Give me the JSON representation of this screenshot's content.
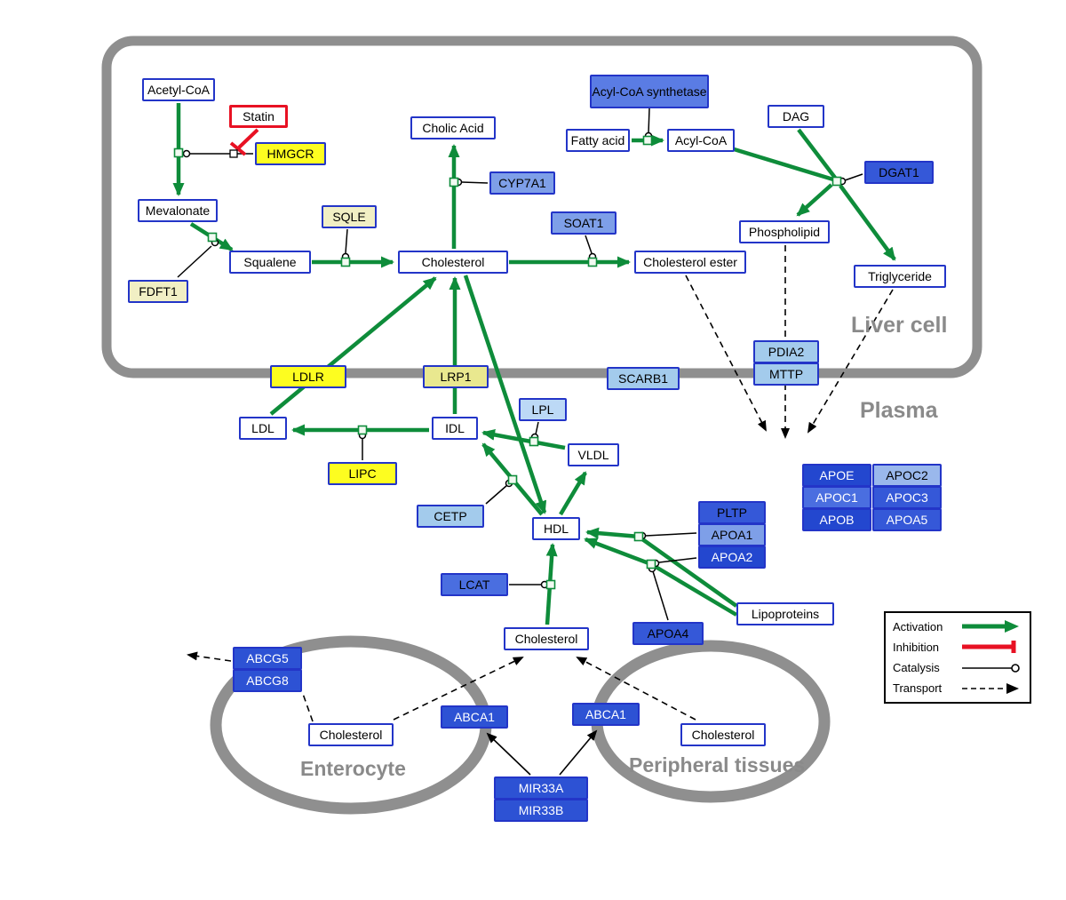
{
  "compartments": {
    "liver_cell": "Liver cell",
    "plasma": "Plasma",
    "enterocyte": "Enterocyte",
    "peripheral_tissues": "Peripheral tissues"
  },
  "nodes": {
    "acetyl_coa": "Acetyl-CoA",
    "statin": "Statin",
    "hmgcr": "HMGCR",
    "mevalonate": "Mevalonate",
    "sqle": "SQLE",
    "fdft1": "FDFT1",
    "squalene": "Squalene",
    "cholesterol_liver": "Cholesterol",
    "cholic_acid": "Cholic Acid",
    "cyp7a1": "CYP7A1",
    "soat1": "SOAT1",
    "cholesterol_ester": "Cholesterol ester",
    "acyl_coa_synthetase": "Acyl-CoA synthetase",
    "fatty_acid": "Fatty acid",
    "acyl_coa": "Acyl-CoA",
    "dag": "DAG",
    "dgat1": "DGAT1",
    "phospholipid": "Phospholipid",
    "triglyceride": "Triglyceride",
    "pdia2": "PDIA2",
    "mttp": "MTTP",
    "scarb1": "SCARB1",
    "ldlr": "LDLR",
    "lrp1": "LRP1",
    "ldl": "LDL",
    "idl": "IDL",
    "lpl": "LPL",
    "vldl": "VLDL",
    "lipc": "LIPC",
    "cetp": "CETP",
    "hdl": "HDL",
    "pltp": "PLTP",
    "apoa1": "APOA1",
    "apoa2": "APOA2",
    "apoa4": "APOA4",
    "lipoproteins": "Lipoproteins",
    "lcat": "LCAT",
    "cholesterol_plasma": "Cholesterol",
    "apoe": "APOE",
    "apoc2": "APOC2",
    "apoc1": "APOC1",
    "apoc3": "APOC3",
    "apob": "APOB",
    "apoa5": "APOA5",
    "abcg5": "ABCG5",
    "abcg8": "ABCG8",
    "cholesterol_enterocyte": "Cholesterol",
    "abca1_enterocyte": "ABCA1",
    "abca1_peripheral": "ABCA1",
    "cholesterol_peripheral": "Cholesterol",
    "mir33a": "MIR33A",
    "mir33b": "MIR33B"
  },
  "legend": {
    "activation": "Activation",
    "inhibition": "Inhibition",
    "catalysis": "Catalysis",
    "transport": "Transport"
  },
  "colors": {
    "activation_green": "#0e8c3a",
    "inhibition_red": "#e81123",
    "node_border_blue": "#2335c8",
    "membrane_gray": "#8f8f8f",
    "enzyme_yellow": "#fdfd20",
    "enzyme_pale_yellow": "#f1efc4",
    "gene_dark_blue": "#2347cf",
    "gene_mid_blue": "#5a7ce4",
    "gene_light_blue": "#a3cbec"
  },
  "edges": [
    {
      "from": "acetyl_coa",
      "to": "mevalonate",
      "type": "activation",
      "catalyst": "hmgcr",
      "inhibitor": "statin"
    },
    {
      "from": "mevalonate",
      "to": "squalene",
      "type": "activation",
      "catalyst": "fdft1"
    },
    {
      "from": "squalene",
      "to": "cholesterol_liver",
      "type": "activation",
      "catalyst": "sqle"
    },
    {
      "from": "cholesterol_liver",
      "to": "cholic_acid",
      "type": "activation",
      "catalyst": "cyp7a1"
    },
    {
      "from": "cholesterol_liver",
      "to": "cholesterol_ester",
      "type": "activation",
      "catalyst": "soat1"
    },
    {
      "from": "fatty_acid",
      "to": "acyl_coa",
      "type": "activation",
      "catalyst": "acyl_coa_synthetase"
    },
    {
      "from": "acyl_coa",
      "to": "triglyceride",
      "type": "activation",
      "catalyst": "dgat1"
    },
    {
      "from": "dag",
      "to": "phospholipid",
      "type": "activation",
      "catalyst": "dgat1"
    },
    {
      "from": "idl",
      "to": "ldl",
      "type": "activation",
      "catalyst": "lipc"
    },
    {
      "from": "ldl",
      "to": "cholesterol_liver",
      "type": "activation",
      "via": "ldlr"
    },
    {
      "from": "idl",
      "to": "cholesterol_liver",
      "type": "activation",
      "via": "lrp1"
    },
    {
      "from": "vldl",
      "to": "idl",
      "type": "activation",
      "catalyst": "lpl"
    },
    {
      "from": "hdl",
      "to": "idl",
      "type": "activation",
      "catalyst": "cetp"
    },
    {
      "from": "hdl",
      "to": "vldl",
      "type": "activation"
    },
    {
      "from": "cholesterol_liver",
      "to": "hdl",
      "type": "activation"
    },
    {
      "from": "lipoproteins",
      "to": "hdl",
      "type": "activation",
      "catalyst": "apoa1"
    },
    {
      "from": "lipoproteins",
      "to": "hdl",
      "type": "activation",
      "catalyst": "apoa4"
    },
    {
      "from": "cholesterol_plasma",
      "to": "hdl",
      "type": "activation",
      "catalyst": "lcat"
    },
    {
      "from": "cholesterol_ester",
      "to": "plasma",
      "type": "transport"
    },
    {
      "from": "phospholipid",
      "to": "plasma",
      "type": "transport"
    },
    {
      "from": "triglyceride",
      "to": "plasma",
      "type": "transport"
    },
    {
      "from": "cholesterol_enterocyte",
      "to": "abcg5",
      "type": "transport"
    },
    {
      "from": "cholesterol_enterocyte",
      "to": "cholesterol_plasma",
      "type": "transport",
      "via": "abca1_enterocyte"
    },
    {
      "from": "cholesterol_peripheral",
      "to": "cholesterol_plasma",
      "type": "transport",
      "via": "abca1_peripheral"
    },
    {
      "from": "mir33a",
      "to": "abca1_enterocyte",
      "type": "regulation"
    },
    {
      "from": "mir33a",
      "to": "abca1_peripheral",
      "type": "regulation"
    }
  ]
}
